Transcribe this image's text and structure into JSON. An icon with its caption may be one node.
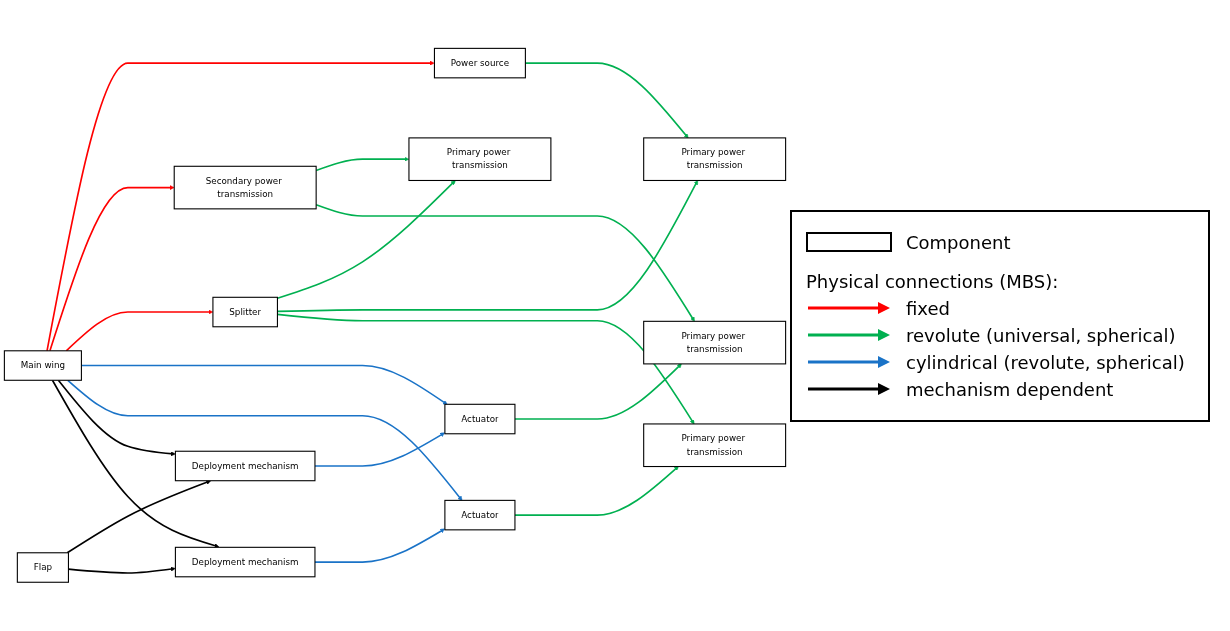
{
  "diagram": {
    "nodes": [
      {
        "text": [
          "Secondary power transmission"
        ]
      },
      {
        "text": [
          "Primary power transmission"
        ]
      },
      {
        "text": [
          "Splitter"
        ]
      },
      {
        "text": [
          "Primary power transmission"
        ]
      },
      {
        "text": [
          "Power source"
        ]
      },
      {
        "text": [
          "Primary power transmission"
        ]
      },
      {
        "text": [
          "Main wing"
        ]
      },
      {
        "text": [
          "Primary power transmission"
        ]
      },
      {
        "text": [
          "Actuator"
        ]
      },
      {
        "text": [
          "Actuator"
        ]
      },
      {
        "text": [
          "Deployment mechanism"
        ]
      },
      {
        "text": [
          "Deployment mechanism"
        ]
      },
      {
        "text": [
          "Flap"
        ]
      }
    ],
    "edges": [
      {
        "from": 6,
        "to": 4,
        "arrow": "to",
        "color": "#ff0000"
      },
      {
        "from": 6,
        "to": 0,
        "arrow": "to",
        "color": "#ff0000"
      },
      {
        "from": 6,
        "to": 2,
        "arrow": "to",
        "color": "#ff0000"
      },
      {
        "from": 0,
        "to": 1,
        "arrow": "to"
      },
      {
        "from": 2,
        "to": 1,
        "arrow": "to"
      },
      {
        "from": 2,
        "to": 3,
        "arrow": "to"
      },
      {
        "from": 4,
        "to": 3,
        "arrow": "to"
      },
      {
        "from": 0,
        "to": 5,
        "arrow": "to"
      },
      {
        "from": 2,
        "to": 7,
        "arrow": "to"
      },
      {
        "from": 8,
        "to": 5,
        "arrow": "to"
      },
      {
        "from": 9,
        "to": 7,
        "arrow": "to"
      },
      {
        "from": 6,
        "to": 8,
        "arrow": "to",
        "color": "#1a73c7"
      },
      {
        "from": 6,
        "to": 9,
        "arrow": "to",
        "color": "#1a73c7"
      },
      {
        "from": 6,
        "to": 10,
        "arrow": "to",
        "color": "#000000"
      },
      {
        "from": 6,
        "to": 11,
        "arrow": "to",
        "color": "#000000"
      },
      {
        "from": 10,
        "to": 8,
        "arrow": "to",
        "color": "#1a73c7"
      },
      {
        "from": 11,
        "to": 9,
        "arrow": "to",
        "color": "#1a73c7"
      },
      {
        "from": 12,
        "to": 10,
        "arrow": "to",
        "color": "#000000"
      },
      {
        "from": 12,
        "to": 11,
        "arrow": "to",
        "color": "#000000"
      }
    ],
    "labels": [
      "Physical connections (MBS):"
    ],
    "legend": [
      {
        "text": "Component"
      },
      {
        "text": "fixed"
      },
      {
        "text": "revolute (universal, spherical)"
      },
      {
        "text": "cylindrical (revolute, spherical)"
      },
      {
        "text": "mechanism dependent"
      }
    ]
  }
}
